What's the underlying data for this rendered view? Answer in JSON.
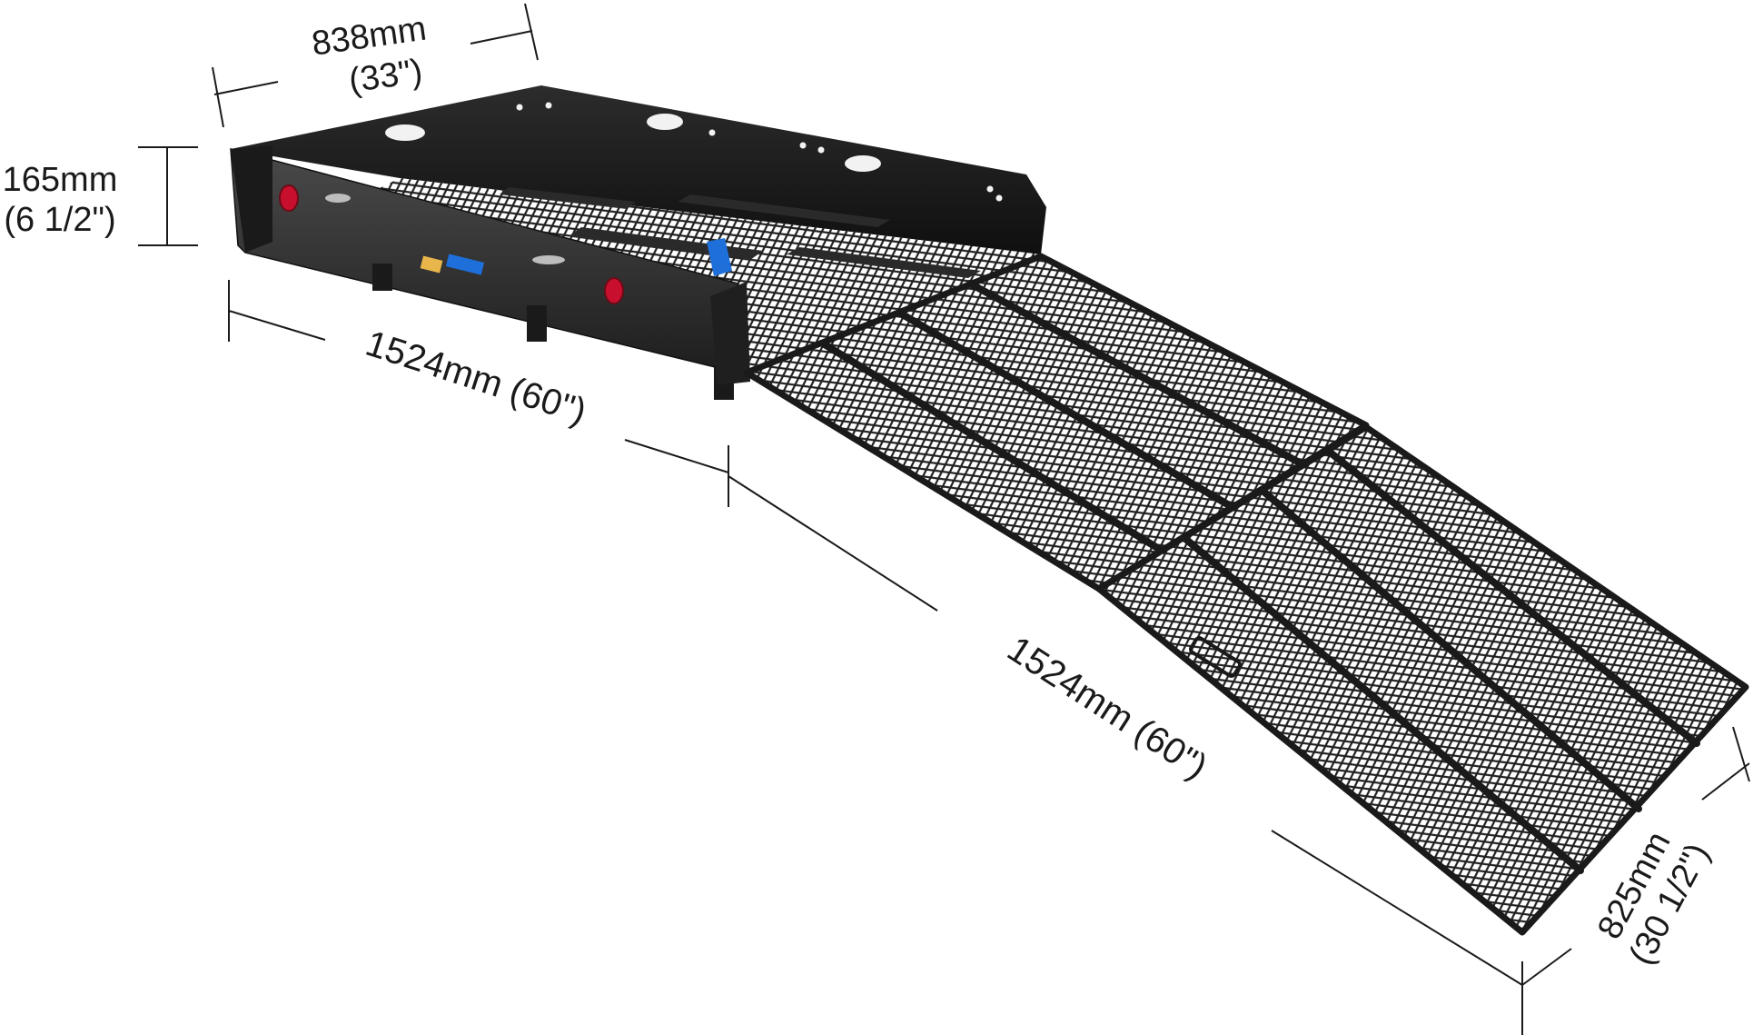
{
  "dimensions": {
    "width_mm": "838mm",
    "width_in": "(33\")",
    "height_mm": "165mm",
    "height_in": "(6 1/2\")",
    "carrier_length": "1524mm  (60\")",
    "ramp_length": "1524mm  (60\")",
    "ramp_width_mm": "825mm",
    "ramp_width_in": "(30 1/2\")"
  },
  "colors": {
    "steel": "#2a2a2a",
    "mesh": "#1f1f1f",
    "reflector": "#c8102e",
    "clamp": "#1e6fd9"
  }
}
